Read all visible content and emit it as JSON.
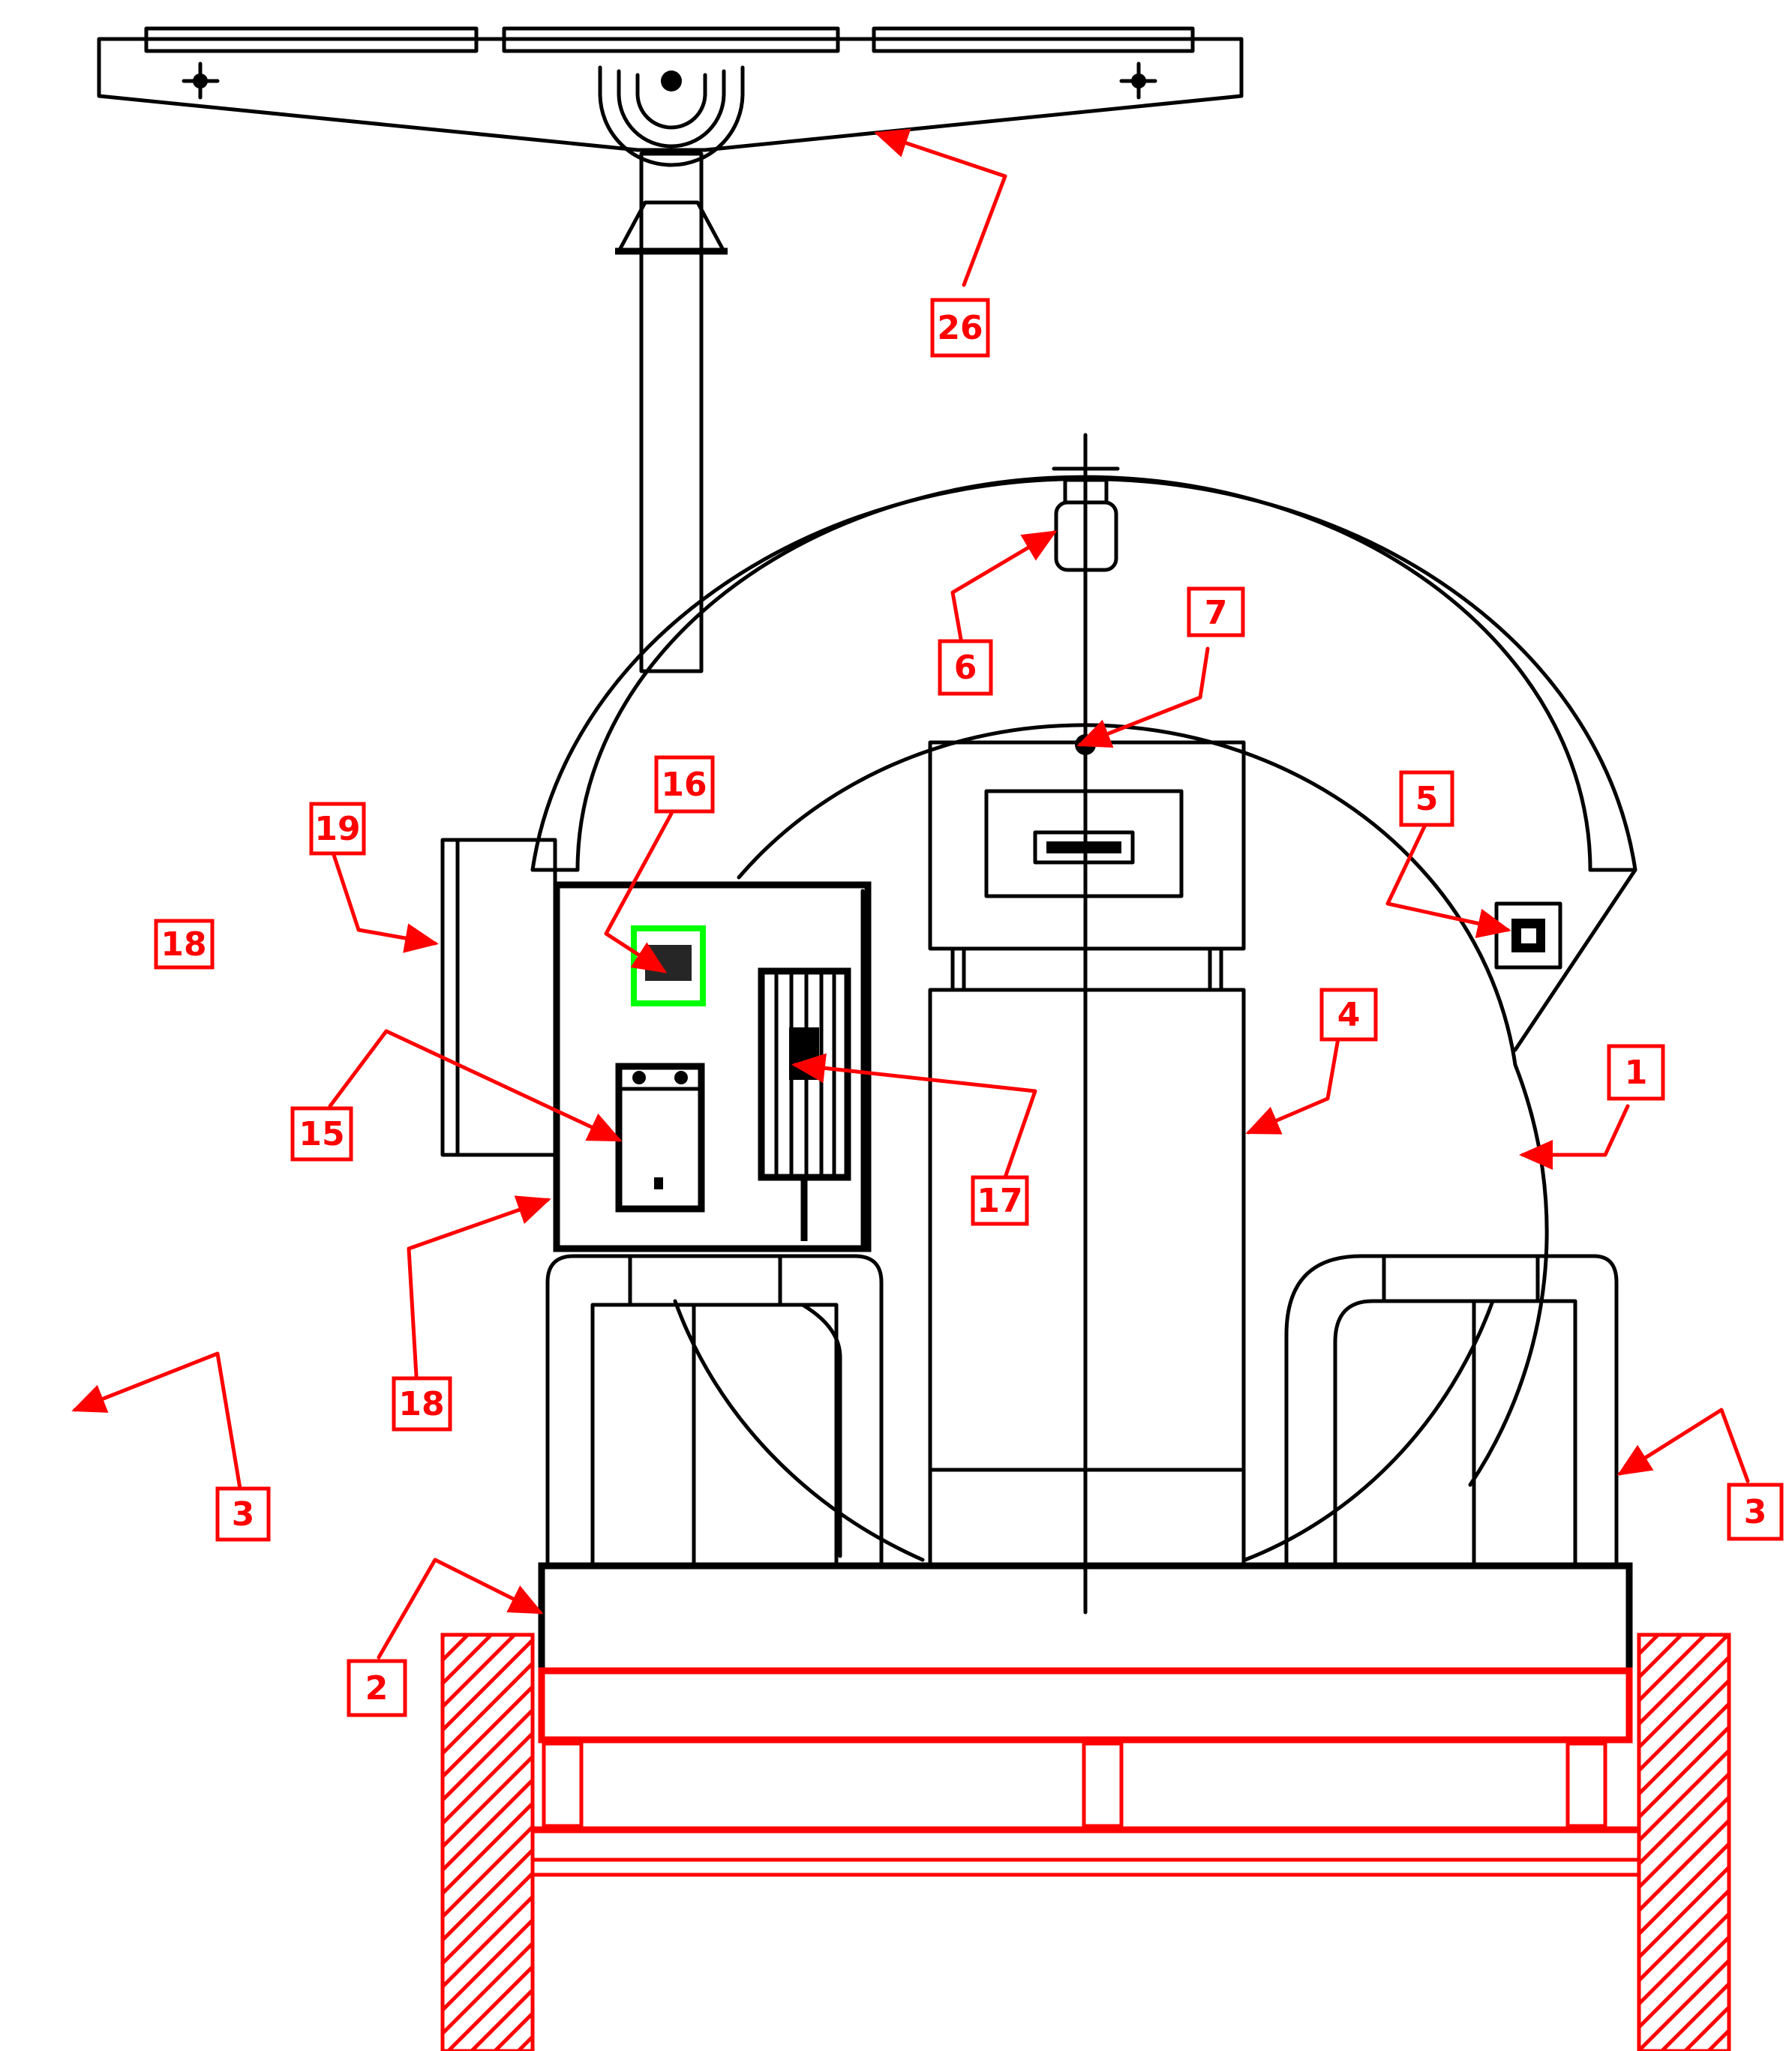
{
  "callouts": [
    {
      "id": "c26",
      "text": "26"
    },
    {
      "id": "c6",
      "text": "6"
    },
    {
      "id": "c7",
      "text": "7"
    },
    {
      "id": "c5",
      "text": "5"
    },
    {
      "id": "c16",
      "text": "16"
    },
    {
      "id": "c19",
      "text": "19"
    },
    {
      "id": "c18a",
      "text": "18"
    },
    {
      "id": "c15",
      "text": "15"
    },
    {
      "id": "c18b",
      "text": "18"
    },
    {
      "id": "c4",
      "text": "4"
    },
    {
      "id": "c1",
      "text": "1"
    },
    {
      "id": "c17",
      "text": "17"
    },
    {
      "id": "c3a",
      "text": "3"
    },
    {
      "id": "c3b",
      "text": "3"
    },
    {
      "id": "c2",
      "text": "2"
    }
  ],
  "colors": {
    "leader": "#ff0000",
    "line": "#000000",
    "indicator": "#00ff00"
  }
}
